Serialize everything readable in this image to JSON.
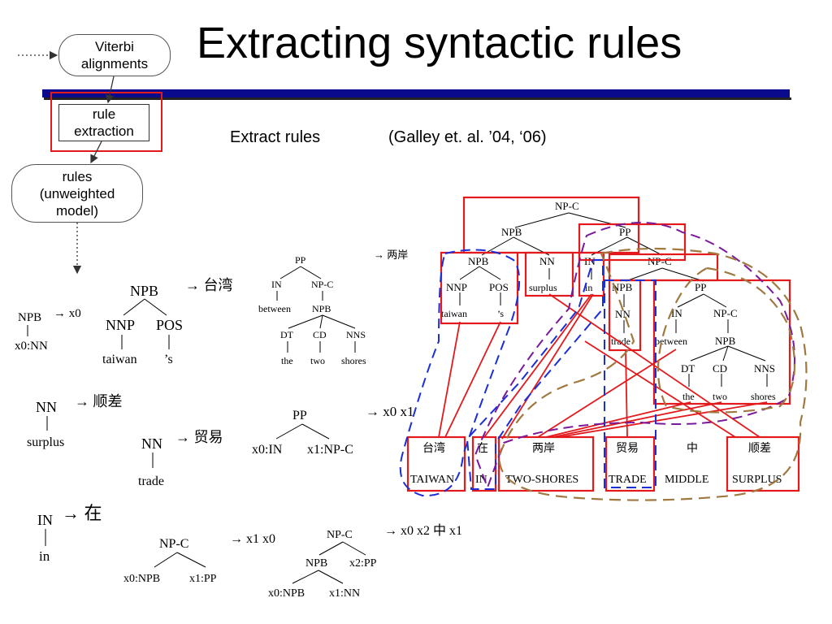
{
  "title": "Extracting syntactic rules",
  "subtitle_left": "Extract rules",
  "subtitle_right": "(Galley et. al. ’04, ‘06)",
  "flow": {
    "viterbi": "Viterbi alignments",
    "rule_extraction": "rule extraction",
    "rules": "rules (unweighted model)"
  },
  "rules": {
    "r_npb_x0": {
      "lhs": "NPB",
      "child": "x0:NN",
      "rhs": "→ x0"
    },
    "r_npb_taiwan": {
      "root": "NPB",
      "c1": "NNP",
      "c2": "POS",
      "w1": "taiwan",
      "w2": "’s",
      "rhs": "→ 台湾"
    },
    "r_pp_shores": {
      "root": "PP",
      "in": "IN",
      "npc": "NP-C",
      "between": "between",
      "npb": "NPB",
      "dt": "DT",
      "cd": "CD",
      "nns": "NNS",
      "the": "the",
      "two": "two",
      "shores": "shores",
      "rhs": "→ 两岸"
    },
    "r_nn_surplus": {
      "lhs": "NN",
      "word": "surplus",
      "rhs": "→ 顺差"
    },
    "r_nn_trade": {
      "lhs": "NN",
      "word": "trade",
      "rhs": "→ 贸易"
    },
    "r_pp_x0x1": {
      "root": "PP",
      "c1": "x0:IN",
      "c2": "x1:NP-C",
      "rhs": "→ x0 x1"
    },
    "r_in_zai": {
      "lhs": "IN",
      "word": "in",
      "rhs": "→ 在"
    },
    "r_npc_x1x0": {
      "root": "NP-C",
      "c1": "x0:NPB",
      "c2": "x1:PP",
      "rhs": "→ x1 x0"
    },
    "r_npc_zhong": {
      "root": "NP-C",
      "npb": "NPB",
      "pp": "x2:PP",
      "c1": "x0:NPB",
      "c2": "x1:NN",
      "rhs": "→ x0 x2 中 x1"
    }
  },
  "tree": {
    "npc_root": "NP-C",
    "npb": "NPB",
    "pp": "PP",
    "npb2": "NPB",
    "nn": "NN",
    "in": "IN",
    "npc2": "NP-C",
    "nnp": "NNP",
    "pos": "POS",
    "surplus": "surplus",
    "in_word": "in",
    "taiwan": "taiwan",
    "s": "’s",
    "npb3": "NPB",
    "nn2": "NN",
    "trade": "trade",
    "pp2": "PP",
    "in2": "IN",
    "npc3": "NP-C",
    "between": "between",
    "npb4": "NPB",
    "dt": "DT",
    "cd": "CD",
    "nns": "NNS",
    "the": "the",
    "two": "two",
    "shores": "shores"
  },
  "chinese": [
    {
      "zh": "台湾",
      "en": "TAIWAN"
    },
    {
      "zh": "在",
      "en": "IN"
    },
    {
      "zh": "两岸",
      "en": "TWO-SHORES"
    },
    {
      "zh": "贸易",
      "en": "TRADE"
    },
    {
      "zh": "中",
      "en": "MIDDLE"
    },
    {
      "zh": "顺差",
      "en": "SURPLUS"
    }
  ],
  "colors": {
    "accent_red": "#e3191c",
    "title_bar": "#0a0a8c",
    "blue_dash": "#1a2fd6",
    "purple_dash": "#7a1a9a",
    "brown_dash": "#a07840"
  }
}
